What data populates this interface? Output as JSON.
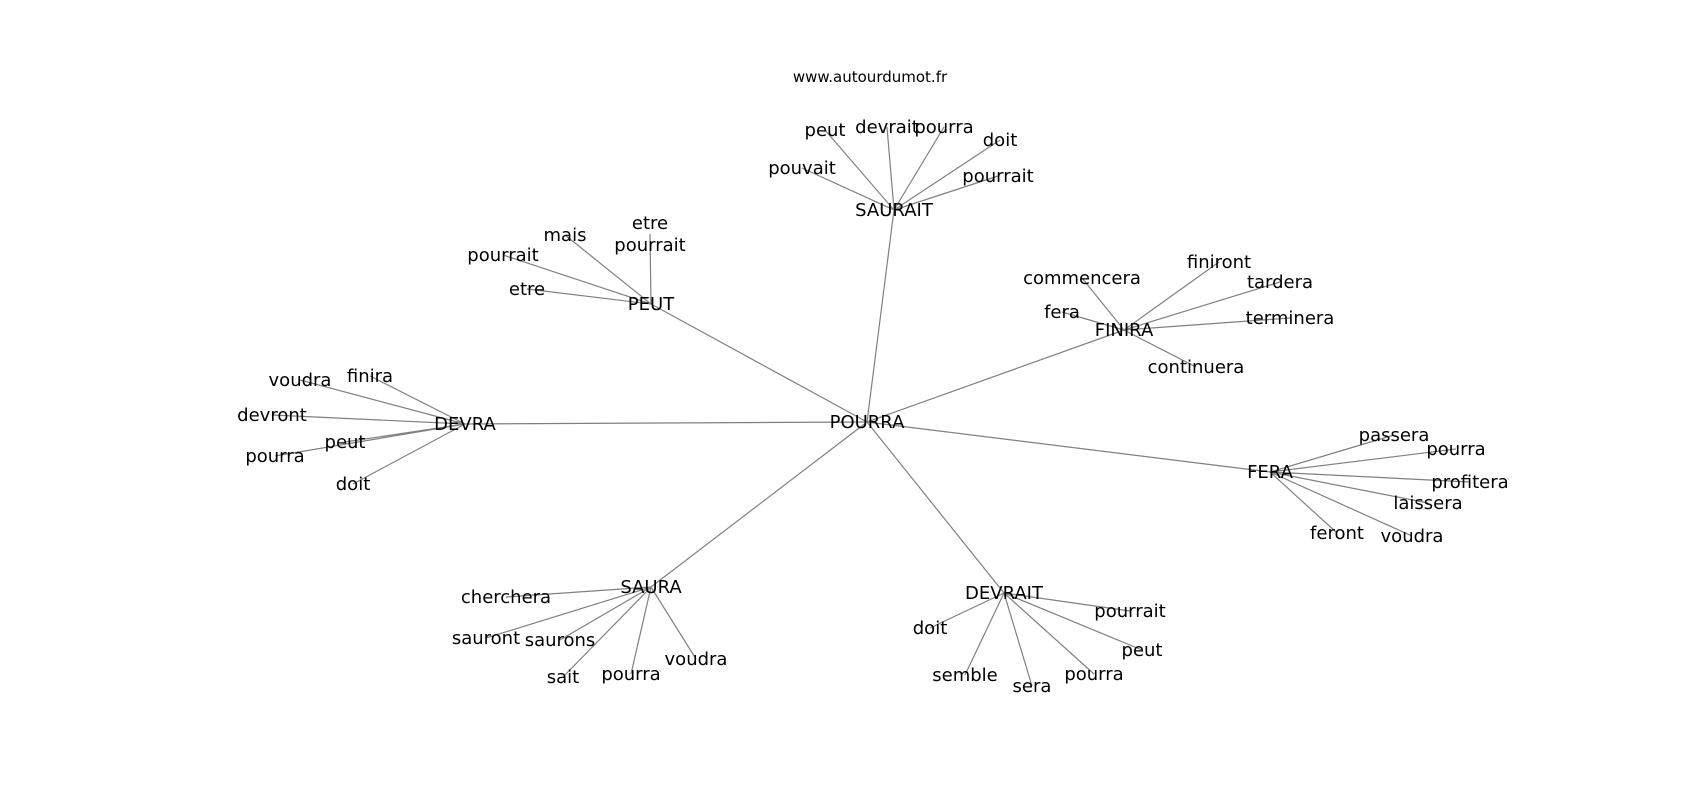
{
  "site": "www.autourdumot.fr",
  "graph": {
    "center": {
      "label": "POURRA"
    },
    "hubs": [
      {
        "label": "SAURAIT",
        "leaves": [
          {
            "label": "peut"
          },
          {
            "label": "devrait"
          },
          {
            "label": "pourra"
          },
          {
            "label": "doit"
          },
          {
            "label": "pouvait"
          },
          {
            "label": "pourrait"
          }
        ]
      },
      {
        "label": "PEUT",
        "leaves": [
          {
            "label": "mais"
          },
          {
            "label": [
              "etre",
              "pourrait"
            ]
          },
          {
            "label": "pourrait"
          },
          {
            "label": "etre"
          }
        ]
      },
      {
        "label": "FINIRA",
        "leaves": [
          {
            "label": "commencera"
          },
          {
            "label": "finiront"
          },
          {
            "label": "tardera"
          },
          {
            "label": "fera"
          },
          {
            "label": "terminera"
          },
          {
            "label": "continuera"
          }
        ]
      },
      {
        "label": "DEVRA",
        "leaves": [
          {
            "label": "voudra"
          },
          {
            "label": "finira"
          },
          {
            "label": "devront"
          },
          {
            "label": "peut"
          },
          {
            "label": "pourra"
          },
          {
            "label": "doit"
          }
        ]
      },
      {
        "label": "FERA",
        "leaves": [
          {
            "label": "passera"
          },
          {
            "label": "pourra"
          },
          {
            "label": "profitera"
          },
          {
            "label": "laissera"
          },
          {
            "label": "feront"
          },
          {
            "label": "voudra"
          }
        ]
      },
      {
        "label": "SAURA",
        "leaves": [
          {
            "label": "cherchera"
          },
          {
            "label": "sauront"
          },
          {
            "label": "saurons"
          },
          {
            "label": "sait"
          },
          {
            "label": "pourra"
          },
          {
            "label": "voudra"
          }
        ]
      },
      {
        "label": "DEVRAIT",
        "leaves": [
          {
            "label": "doit"
          },
          {
            "label": "pourrait"
          },
          {
            "label": "peut"
          },
          {
            "label": "semble"
          },
          {
            "label": "sera"
          },
          {
            "label": "pourra"
          }
        ]
      }
    ]
  }
}
